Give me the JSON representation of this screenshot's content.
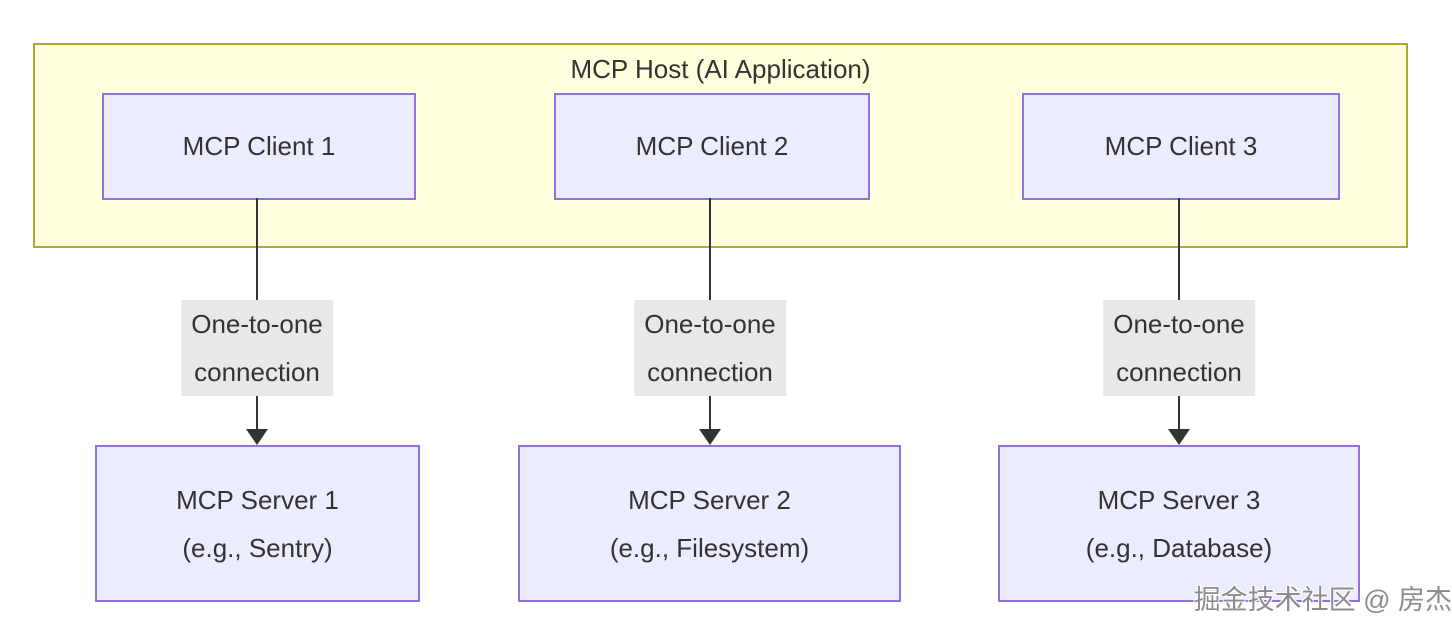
{
  "diagram": {
    "host": {
      "title": "MCP Host (AI Application)"
    },
    "clients": [
      {
        "label": "MCP Client 1"
      },
      {
        "label": "MCP Client 2"
      },
      {
        "label": "MCP Client 3"
      }
    ],
    "connections": [
      {
        "label_line1": "One-to-one",
        "label_line2": "connection"
      },
      {
        "label_line1": "One-to-one",
        "label_line2": "connection"
      },
      {
        "label_line1": "One-to-one",
        "label_line2": "connection"
      }
    ],
    "servers": [
      {
        "name": "MCP Server 1",
        "example": "(e.g., Sentry)"
      },
      {
        "name": "MCP Server 2",
        "example": "(e.g., Filesystem)"
      },
      {
        "name": "MCP Server 3",
        "example": "(e.g., Database)"
      }
    ],
    "watermark": "掘金技术社区 @ 房杰",
    "colors": {
      "host_fill": "#ffffde",
      "host_border": "#aaaa33",
      "node_fill": "#ececff",
      "node_border": "#9370db",
      "edge_label_bg": "#e8e8e8",
      "text": "#333333",
      "arrow": "#333333",
      "watermark_text": "#8c8c8c"
    }
  }
}
